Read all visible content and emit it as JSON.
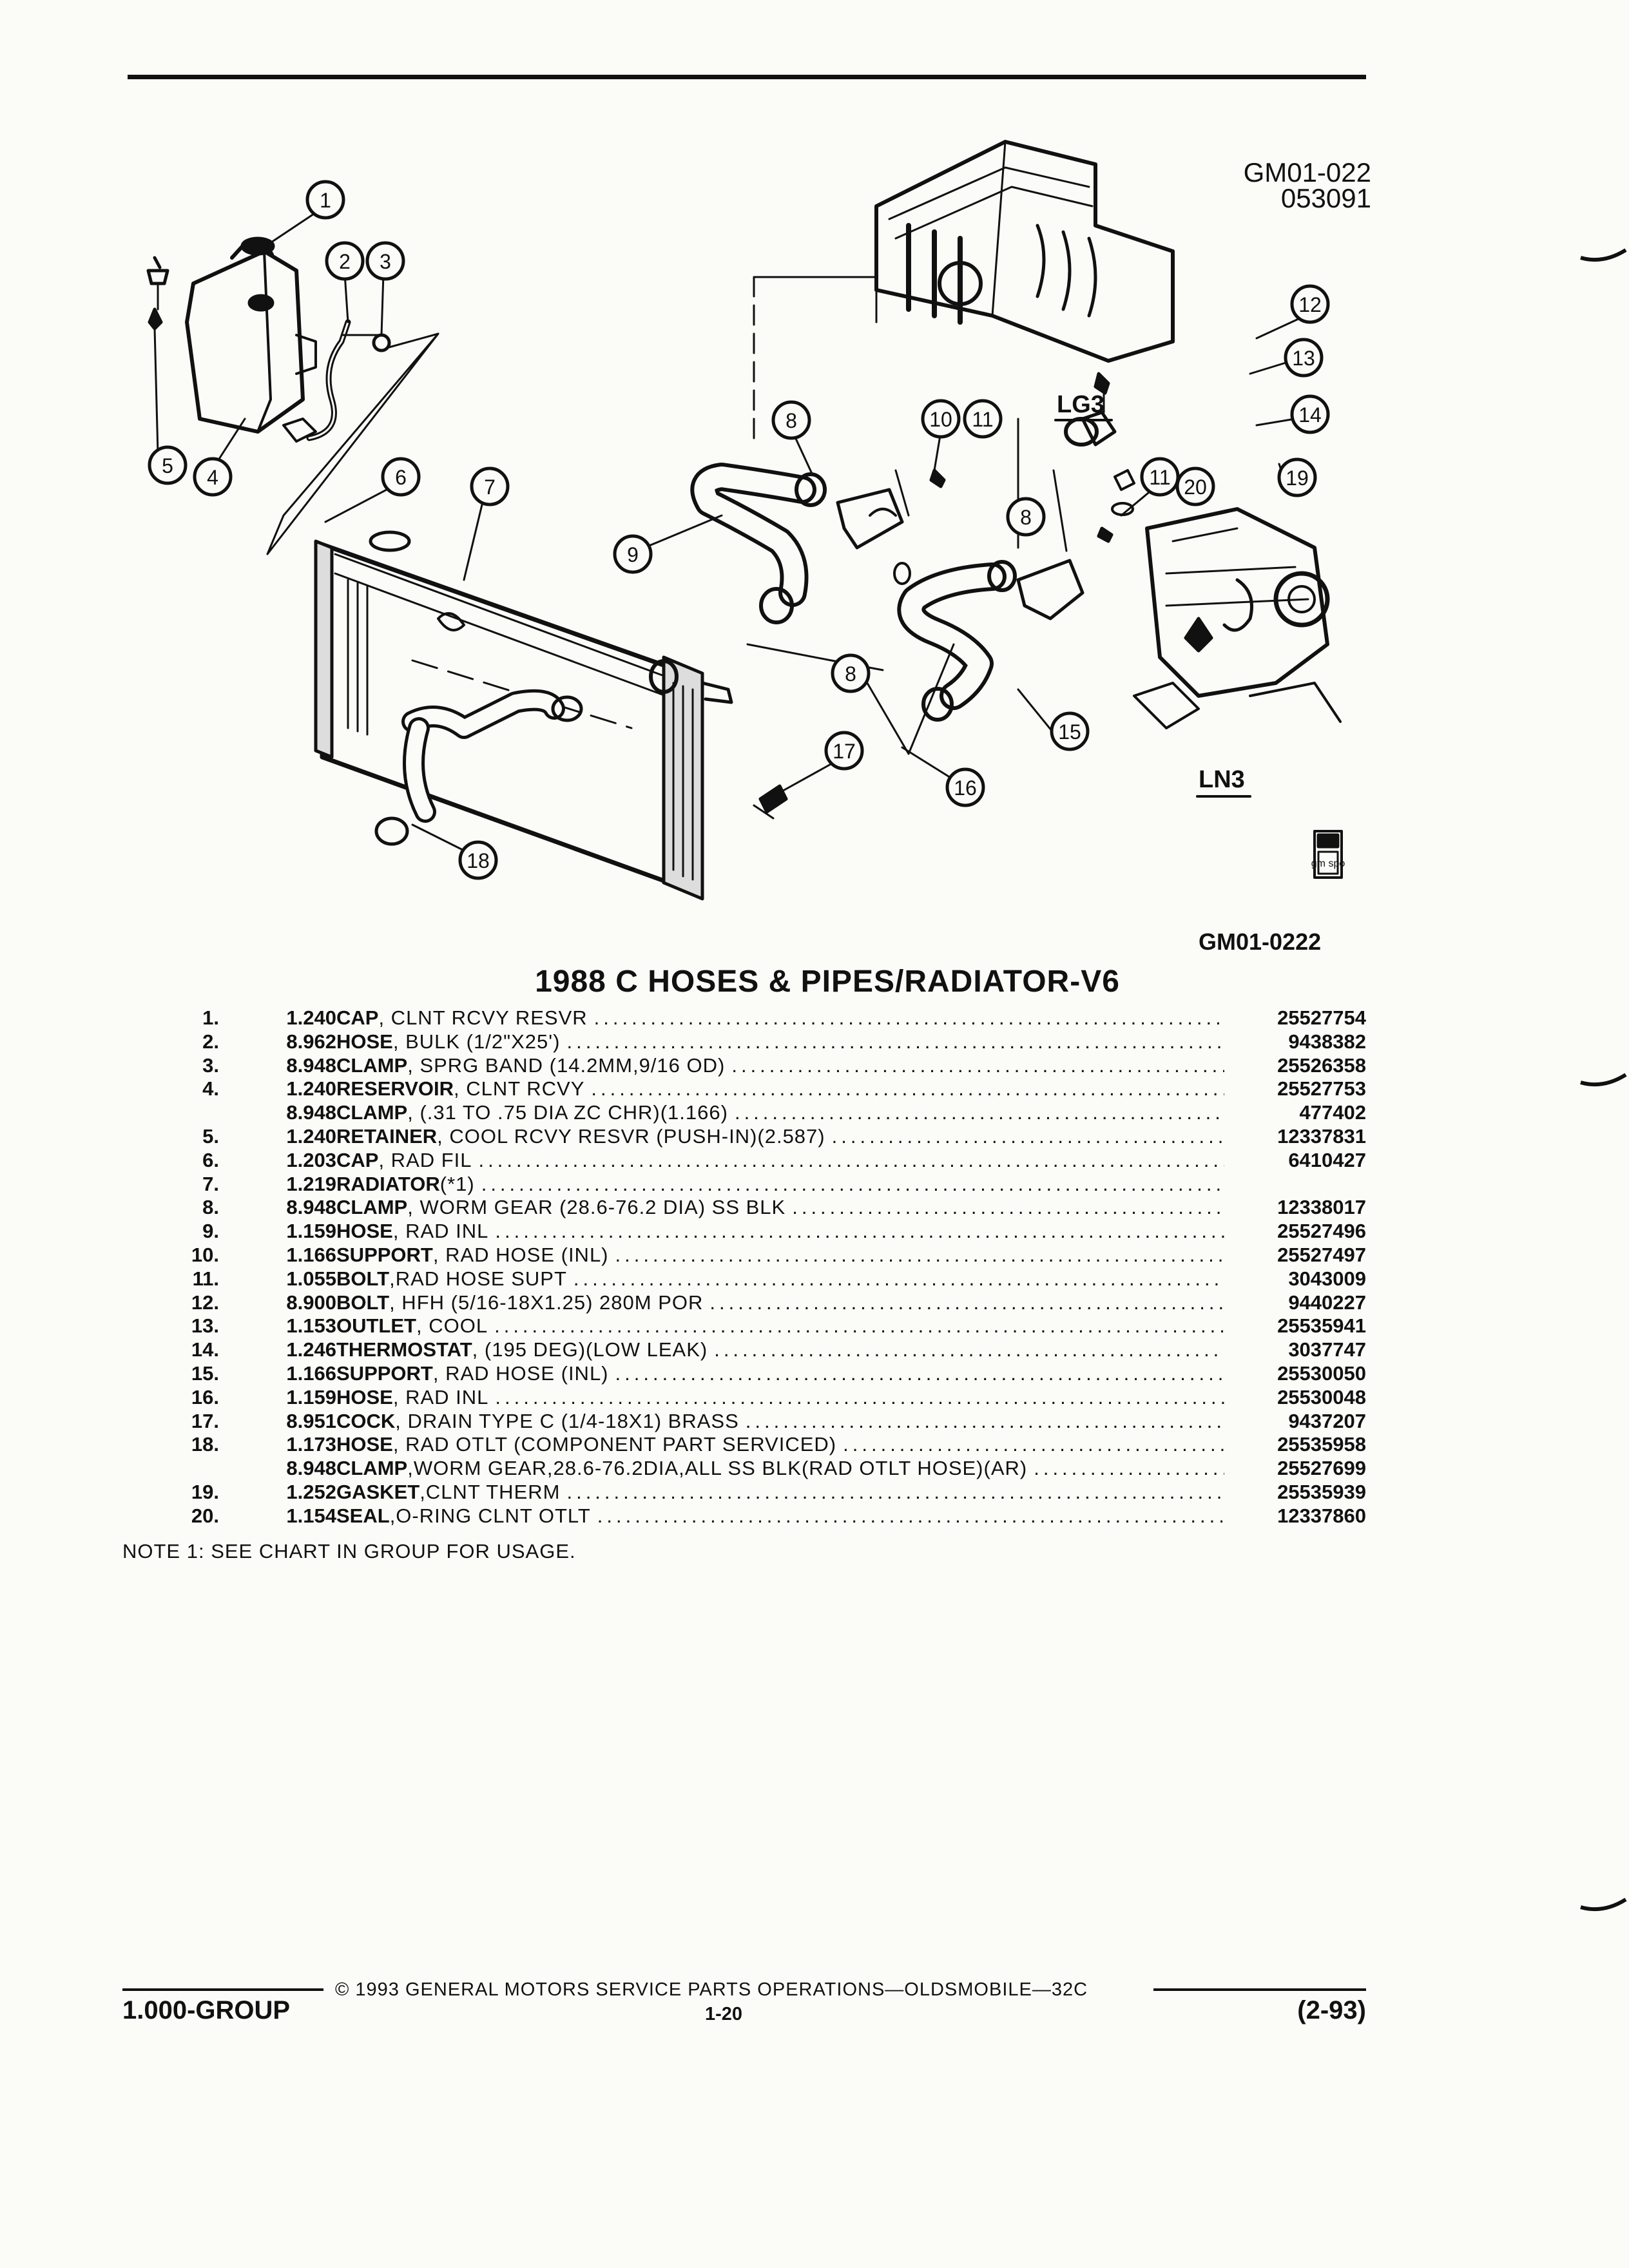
{
  "header": {
    "ref_code_top": [
      "GM01-022",
      "053091"
    ],
    "ref_code_bottom": "GM01-0222"
  },
  "diagram": {
    "callouts": [
      "1",
      "2",
      "3",
      "4",
      "5",
      "6",
      "7",
      "8",
      "9",
      "10",
      "11",
      "12",
      "13",
      "14",
      "15",
      "16",
      "17",
      "18",
      "19",
      "20"
    ],
    "engine_labels": [
      "LG3",
      "LN3"
    ],
    "gmspo_logo": "gm spo"
  },
  "title": "1988 C HOSES & PIPES/RADIATOR-V6",
  "parts": [
    {
      "num": "1.",
      "code": "1.240",
      "name": "CAP",
      "spec": ", CLNT RCVY RESVR",
      "part": "25527754"
    },
    {
      "num": "2.",
      "code": "8.962",
      "name": "HOSE",
      "spec": ", BULK (1/2\"X25')",
      "part": "9438382"
    },
    {
      "num": "3.",
      "code": "8.948",
      "name": "CLAMP",
      "spec": ", SPRG BAND (14.2MM,9/16 OD)",
      "part": "25526358"
    },
    {
      "num": "4.",
      "code": "1.240",
      "name": "RESERVOIR",
      "spec": ", CLNT RCVY",
      "part": "25527753"
    },
    {
      "num": "",
      "code": "8.948",
      "name": "CLAMP",
      "spec": ", (.31 TO .75 DIA ZC CHR)(1.166)",
      "part": "477402"
    },
    {
      "num": "5.",
      "code": "1.240",
      "name": "RETAINER",
      "spec": ", COOL RCVY RESVR (PUSH-IN)(2.587)",
      "part": "12337831"
    },
    {
      "num": "6.",
      "code": "1.203",
      "name": "CAP",
      "spec": ", RAD FIL",
      "part": "6410427"
    },
    {
      "num": "7.",
      "code": "1.219",
      "name": "RADIATOR",
      "spec": " (*1)",
      "part": ""
    },
    {
      "num": "8.",
      "code": "8.948",
      "name": "CLAMP",
      "spec": ", WORM GEAR (28.6-76.2 DIA) SS BLK",
      "part": "12338017"
    },
    {
      "num": "9.",
      "code": "1.159",
      "name": "HOSE",
      "spec": ", RAD INL",
      "part": "25527496"
    },
    {
      "num": "10.",
      "code": "1.166",
      "name": "SUPPORT",
      "spec": ", RAD HOSE (INL)",
      "part": "25527497"
    },
    {
      "num": "11.",
      "code": "1.055",
      "name": "BOLT",
      "spec": " ,RAD HOSE SUPT",
      "part": "3043009"
    },
    {
      "num": "12.",
      "code": "8.900",
      "name": "BOLT",
      "spec": ", HFH (5/16-18X1.25) 280M POR",
      "part": "9440227"
    },
    {
      "num": "13.",
      "code": "1.153",
      "name": "OUTLET",
      "spec": ", COOL",
      "part": "25535941"
    },
    {
      "num": "14.",
      "code": "1.246",
      "name": "THERMOSTAT",
      "spec": ", (195 DEG)(LOW LEAK)",
      "part": "3037747"
    },
    {
      "num": "15.",
      "code": "1.166",
      "name": "SUPPORT",
      "spec": ", RAD HOSE (INL)",
      "part": "25530050"
    },
    {
      "num": "16.",
      "code": "1.159",
      "name": "HOSE",
      "spec": ", RAD INL",
      "part": "25530048"
    },
    {
      "num": "17.",
      "code": "8.951",
      "name": "COCK",
      "spec": ", DRAIN TYPE C (1/4-18X1) BRASS",
      "part": "9437207"
    },
    {
      "num": "18.",
      "code": "1.173",
      "name": "HOSE",
      "spec": ", RAD OTLT (COMPONENT PART SERVICED)",
      "part": "25535958"
    },
    {
      "num": "",
      "code": "8.948",
      "name": "CLAMP",
      "spec": " ,WORM GEAR,28.6-76.2DIA,ALL SS BLK(RAD OTLT HOSE)(AR)",
      "part": "25527699"
    },
    {
      "num": "19.",
      "code": "1.252",
      "name": "GASKET",
      "spec": " ,CLNT THERM",
      "part": "25535939"
    },
    {
      "num": "20.",
      "code": "1.154",
      "name": "SEAL",
      "spec": " ,O-RING CLNT OTLT",
      "part": "12337860"
    }
  ],
  "note": "NOTE  1:  SEE CHART IN GROUP FOR USAGE.",
  "footer": {
    "copyright": "© 1993  GENERAL MOTORS SERVICE PARTS OPERATIONS—OLDSMOBILE—32C",
    "group": "1.000-GROUP",
    "page": "1-20",
    "date": "(2-93)"
  }
}
